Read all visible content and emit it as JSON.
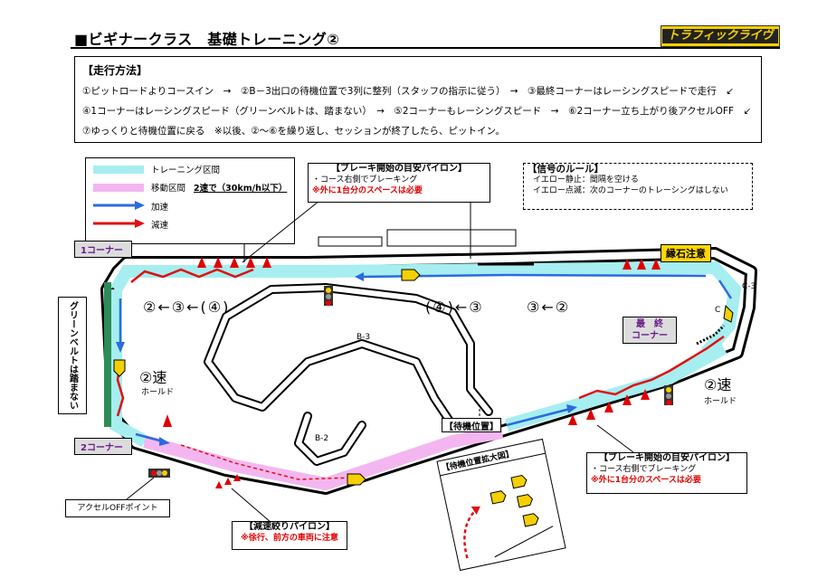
{
  "header": {
    "title": "■ビギナークラス　基礎トレーニング②",
    "logo_text": "トラフィックライヴ"
  },
  "method": {
    "heading": "【走行方法】",
    "steps": [
      "①ピットロードよりコースイン　→　②B－3出口の待機位置で3列に整列（スタッフの指示に従う）　→　③最終コーナーはレーシングスピードで走行　↙",
      "④1コーナーはレーシングスピード（グリーンベルトは、踏まない）　→　⑤2コーナーもレーシングスピード　→　⑥2コーナー立ち上がり後アクセルOFF　↙",
      "⑦ゆっくりと待機位置に戻る　※以後、②～⑥を繰り返し、セッションが終了したら、ピットイン。"
    ]
  },
  "legend": {
    "training": "トレーニング区間",
    "transfer": "移動区間",
    "transfer_note": "2速で（30km/h以下）",
    "accel": "加速",
    "decel": "減速"
  },
  "callout_brake_top": {
    "title": "【ブレーキ開始の目安パイロン】",
    "line1": "・コース右側でブレーキング",
    "warn": "※外に1台分のスペースは必要"
  },
  "signal_rules": {
    "title": "【信号のルール】",
    "line1": "イエロー静止：間隔を空ける",
    "line2": "イエロー点滅：次のコーナーのトレーシングはしない"
  },
  "track": {
    "corner1": "1コーナー",
    "corner2": "2コーナー",
    "final_corner_l1": "最　終",
    "final_corner_l2": "コーナー",
    "curb_caution": "縁石注意",
    "green_belt": "グリーンベルトは踏まない",
    "speed_left": "②速",
    "hold_left": "ホールド",
    "speed_right": "②速",
    "hold_right": "ホールド",
    "gear_left": "②←③←(④)",
    "gear_mid": "(④)←③",
    "gear_right": "③←②",
    "b3": "B-3",
    "b2": "B-2",
    "c3": "C-3",
    "c_label": "C",
    "waiting": "【待機位置】",
    "waiting_zoom": "【待機位置拡大図】",
    "accel_off": "アクセルOFFポイント"
  },
  "callout_brake_bottom": {
    "title": "【ブレーキ開始の目安パイロン】",
    "line1": "・コース右側でブレーキング",
    "warn": "※外に1台分のスペースは必要"
  },
  "callout_decel": {
    "title": "【減速絞りパイロン】",
    "warn": "※徐行、前方の車両に注意"
  },
  "colors": {
    "training": "#a6eef0",
    "transfer": "#f4b6f0",
    "accel": "#2a6be0",
    "decel": "#e01010",
    "green_belt": "#2e8b57",
    "cone": "#e00000",
    "caution_bg": "#ffd700"
  }
}
